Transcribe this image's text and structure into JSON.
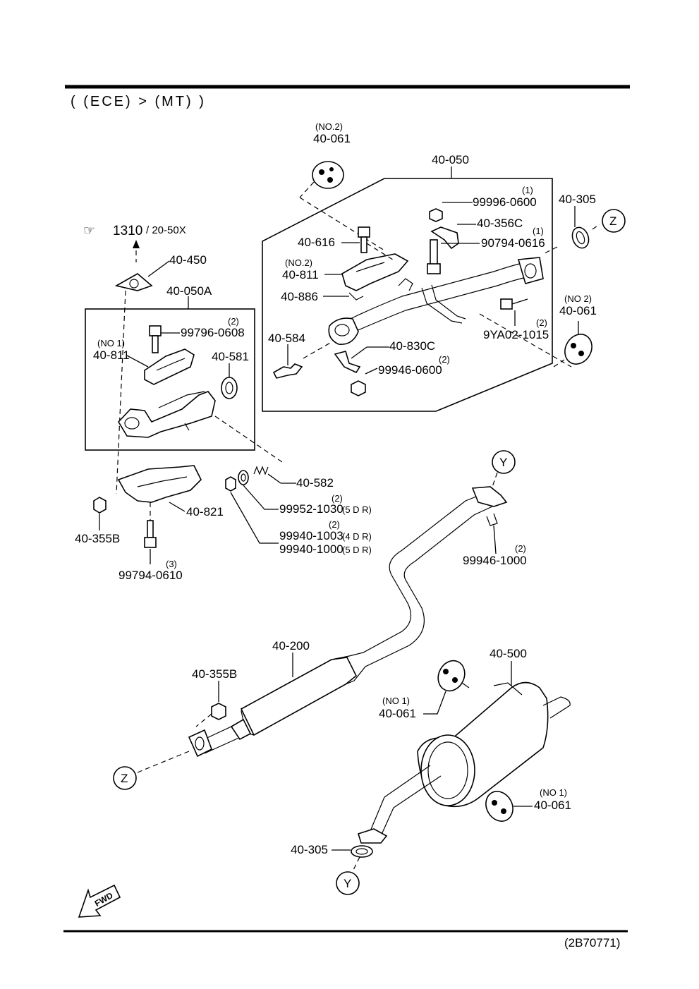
{
  "header": {
    "variant": "( (ECE) > (MT) )",
    "ref_symbol": "☞",
    "ref_number": "1310",
    "ref_sub": "/ 20-50X",
    "code": "(2B70771)"
  },
  "fwd_label": "FWD",
  "callouts": {
    "Y_top": "Y",
    "Y_bottom": "Y",
    "Z_right": "Z",
    "Z_left": "Z"
  },
  "parts": {
    "p40061_no2_top": {
      "num": "40-061",
      "qty": "(NO.2)"
    },
    "p40050": {
      "num": "40-050"
    },
    "p99996": {
      "num": "99996-0600",
      "qty": "(1)"
    },
    "p40305_top": {
      "num": "40-305"
    },
    "p40356C": {
      "num": "40-356C"
    },
    "p90794": {
      "num": "90794-0616",
      "qty": "(1)"
    },
    "p40616": {
      "num": "40-616"
    },
    "p40811_no2": {
      "num": "40-811",
      "qty": "(NO.2)"
    },
    "p40886": {
      "num": "40-886"
    },
    "p40061_no2_right": {
      "num": "40-061",
      "qty": "(NO 2)"
    },
    "p9YA02": {
      "num": "9YA02-1015",
      "qty": "(2)"
    },
    "p40584": {
      "num": "40-584"
    },
    "p40830C": {
      "num": "40-830C"
    },
    "p99946_0600": {
      "num": "99946-0600",
      "qty": "(2)"
    },
    "p40450": {
      "num": "40-450"
    },
    "p40050A": {
      "num": "40-050A"
    },
    "p99796": {
      "num": "99796-0608",
      "qty": "(2)"
    },
    "p40811_no1": {
      "num": "40-811",
      "qty": "(NO 1)"
    },
    "p40581": {
      "num": "40-581"
    },
    "p40582": {
      "num": "40-582"
    },
    "p99952": {
      "num": "99952-1030",
      "qty": "(2)",
      "note": "(5 D R)"
    },
    "p40821": {
      "num": "40-821"
    },
    "p99940a": {
      "num": "99940-1003",
      "qty": "(2)",
      "note": "(4 D R)"
    },
    "p99940b": {
      "num": "99940-1000",
      "note": "(5 D R)"
    },
    "p40355B_top": {
      "num": "40-355B"
    },
    "p99794": {
      "num": "99794-0610",
      "qty": "(3)"
    },
    "p99946_1000": {
      "num": "99946-1000",
      "qty": "(2)"
    },
    "p40200": {
      "num": "40-200"
    },
    "p40500": {
      "num": "40-500"
    },
    "p40355B_bottom": {
      "num": "40-355B"
    },
    "p40061_no1_left": {
      "num": "40-061",
      "qty": "(NO 1)"
    },
    "p40061_no1_right": {
      "num": "40-061",
      "qty": "(NO 1)"
    },
    "p40305_bottom": {
      "num": "40-305"
    }
  }
}
